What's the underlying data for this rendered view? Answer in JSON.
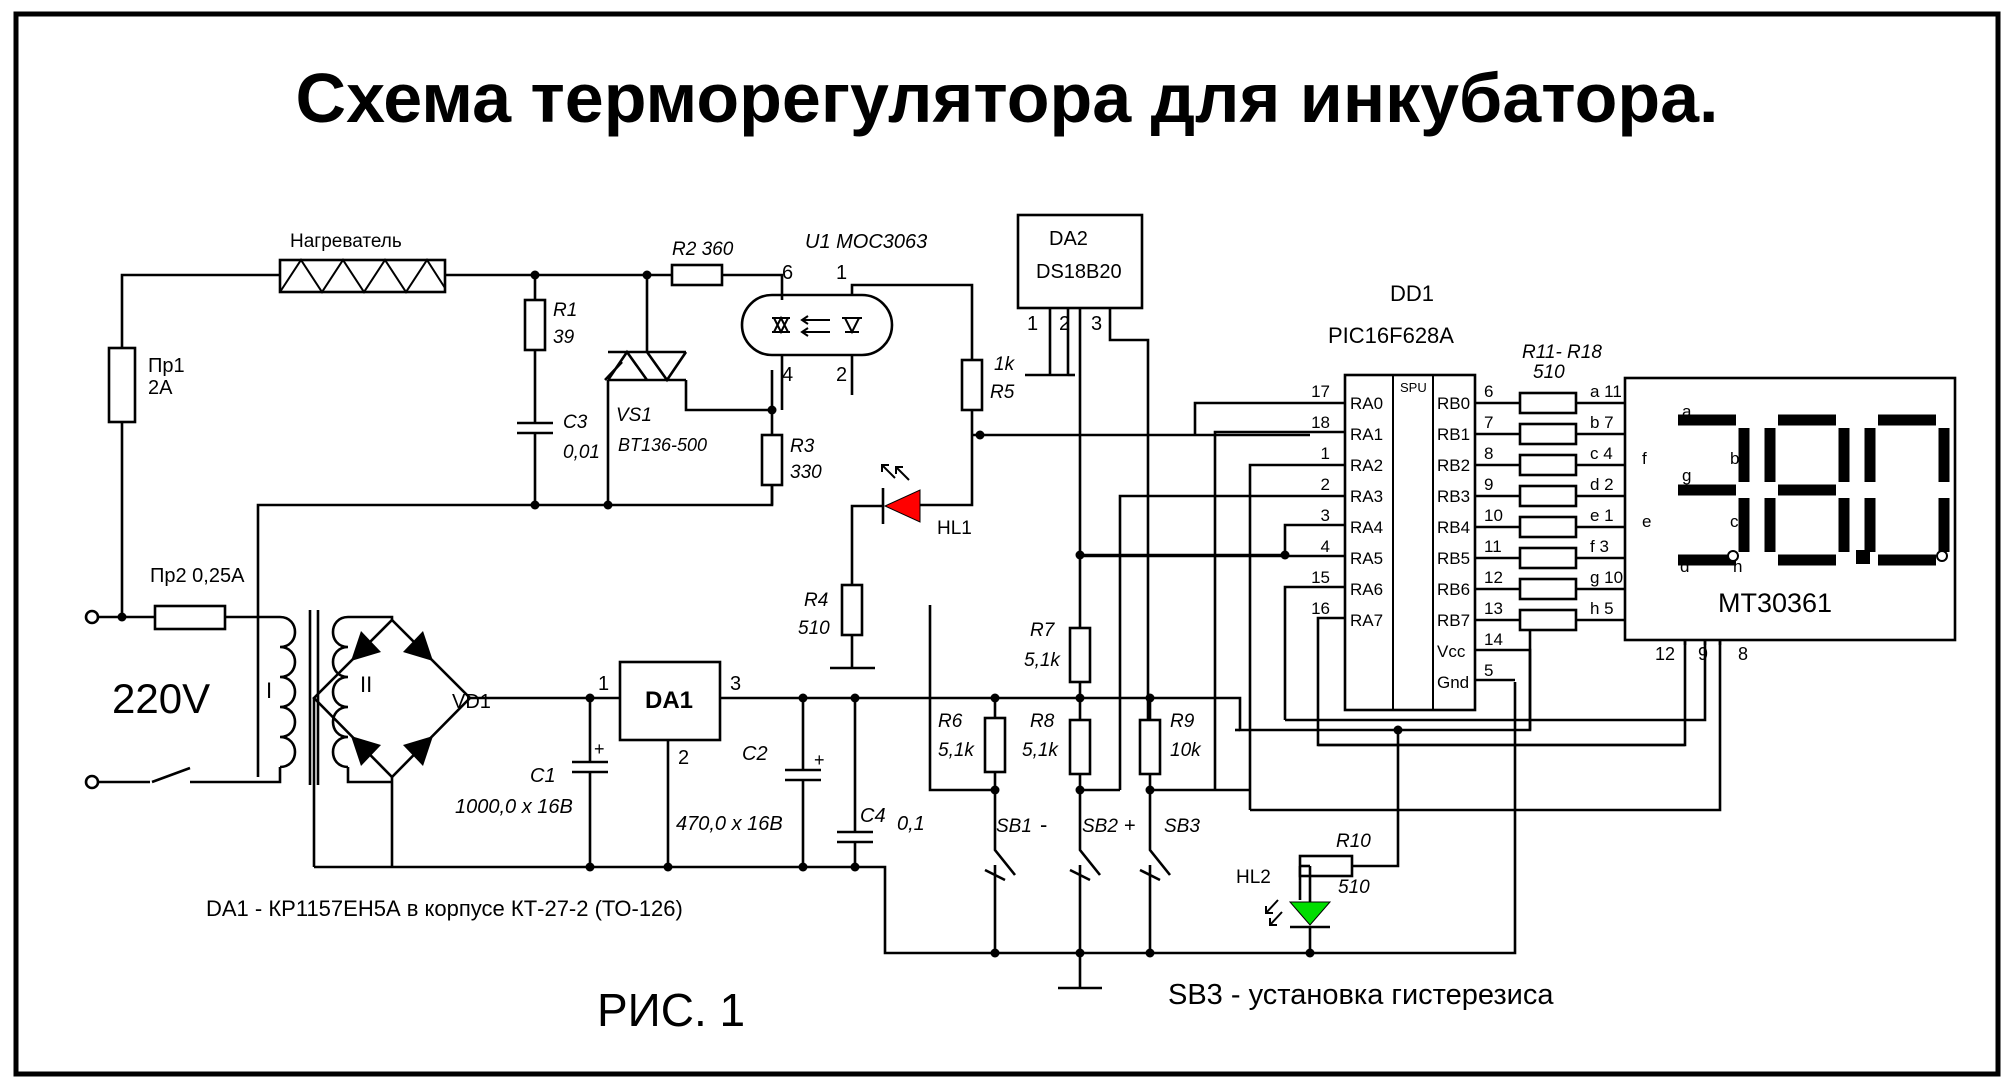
{
  "title": "Схема  терморегулятора для инкубатора.",
  "figure_label": "РИС. 1",
  "notes": {
    "da1": "DA1 -  КР1157ЕН5А в корпусе КТ-27-2 (ТО-126)",
    "sb3": "SB3 - установка гистерезиса"
  },
  "components": {
    "heater": "Нагреватель",
    "fuse1_ref": "Пр1",
    "fuse1_val": "2A",
    "fuse2": "Пр2  0,25A",
    "mains": "220V",
    "tr_primary": "I",
    "tr_secondary": "II",
    "r1_ref": "R1",
    "r1_val": "39",
    "r2": "R2 360",
    "r3_ref": "R3",
    "r3_val": "330",
    "r4_ref": "R4",
    "r4_val": "510",
    "r5_val": "1k",
    "r5_ref": "R5",
    "r6_ref": "R6",
    "r6_val": "5,1k",
    "r7_ref": "R7",
    "r7_val": "5,1k",
    "r8_ref": "R8",
    "r8_val": "5,1k",
    "r9_ref": "R9",
    "r9_val": "10k",
    "r10_ref": "R10",
    "r10_val": "510",
    "r11_18_ref": "R11- R18",
    "r11_18_val": "510",
    "c1_ref": "C1",
    "c1_val": "1000,0 x 16B",
    "c2_ref": "C2",
    "c2_val": "470,0 x 16B",
    "c3_ref": "C3",
    "c3_val": "0,01",
    "c4_ref": "C4",
    "c4_val": "0,1",
    "vs1_ref": "VS1",
    "vs1_val": "BT136-500",
    "u1": "U1 MOC3063",
    "u1_pins": [
      "6",
      "1",
      "4",
      "2"
    ],
    "vd1": "VD1",
    "da1_ref": "DA1",
    "da1_pins": [
      "1",
      "3",
      "2"
    ],
    "da2_ref": "DA2",
    "da2_val": "DS18B20",
    "da2_pins": [
      "1",
      "2",
      "3"
    ],
    "dd1_ref": "DD1",
    "dd1_val": "PIC16F628A",
    "dd1_spu": "SPU",
    "hl1": "HL1",
    "hl2": "HL2",
    "sb1": "SB1",
    "sb1_sign": "-",
    "sb2": "SB2",
    "sb2_sign": "+",
    "sb3": "SB3",
    "plus_mark": "+"
  },
  "pic_left_pins": [
    {
      "num": "17",
      "name": "RA0"
    },
    {
      "num": "18",
      "name": "RA1"
    },
    {
      "num": "1",
      "name": "RA2"
    },
    {
      "num": "2",
      "name": "RA3"
    },
    {
      "num": "3",
      "name": "RA4"
    },
    {
      "num": "4",
      "name": "RA5"
    },
    {
      "num": "15",
      "name": "RA6"
    },
    {
      "num": "16",
      "name": "RA7"
    }
  ],
  "pic_right_pins": [
    {
      "num": "6",
      "name": "RB0",
      "seg": "a",
      "disp_pin": "11"
    },
    {
      "num": "7",
      "name": "RB1",
      "seg": "b",
      "disp_pin": "7"
    },
    {
      "num": "8",
      "name": "RB2",
      "seg": "c",
      "disp_pin": "4"
    },
    {
      "num": "9",
      "name": "RB3",
      "seg": "d",
      "disp_pin": "2"
    },
    {
      "num": "10",
      "name": "RB4",
      "seg": "e",
      "disp_pin": "1"
    },
    {
      "num": "11",
      "name": "RB5",
      "seg": "f",
      "disp_pin": "3"
    },
    {
      "num": "12",
      "name": "RB6",
      "seg": "g",
      "disp_pin": "10"
    },
    {
      "num": "13",
      "name": "RB7",
      "seg": "h",
      "disp_pin": "5"
    },
    {
      "num": "14",
      "name": "Vcc"
    },
    {
      "num": "5",
      "name": "Gnd"
    }
  ],
  "display": {
    "model": "MT30361",
    "reading": "38.0",
    "bottom_pins": [
      "12",
      "9",
      "8"
    ],
    "seg_labels": {
      "a": "a",
      "b": "b",
      "c": "c",
      "d": "d",
      "e": "e",
      "f": "f",
      "g": "g",
      "h": "h"
    }
  },
  "colors": {
    "hl1_led": "#ff0000",
    "hl2_led": "#00dd00",
    "ink": "#000000",
    "paper": "#ffffff"
  }
}
